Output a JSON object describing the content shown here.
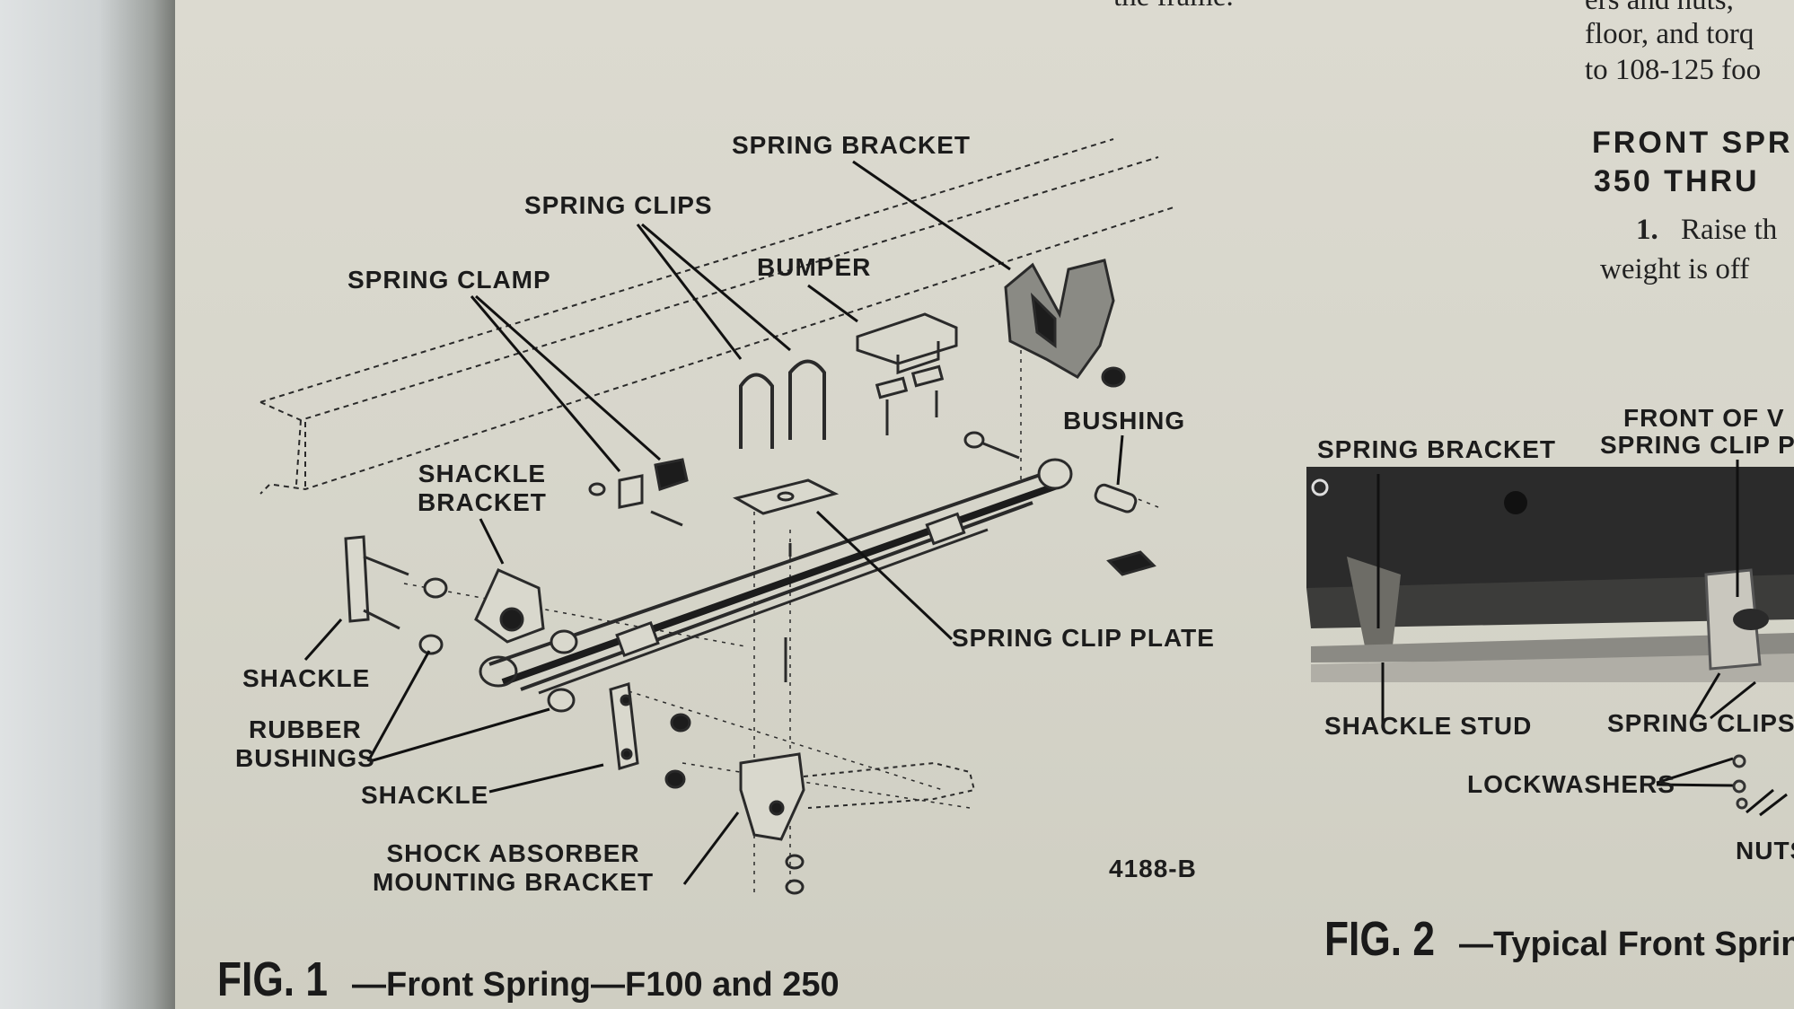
{
  "top_text": {
    "frame_fragment": "the frame.",
    "right_col_line1": "ers and nuts,",
    "right_col_line2": "floor, and torq",
    "right_col_line3": "to 108-125 foo"
  },
  "section_heading": {
    "line1": "FRONT SPR",
    "line2": "350 THRU"
  },
  "step1": {
    "number": "1.",
    "line1": "Raise th",
    "line2": "weight is off"
  },
  "fig1": {
    "labels": {
      "spring_bracket": "SPRING BRACKET",
      "spring_clips": "SPRING CLIPS",
      "bumper": "BUMPER",
      "spring_clamp": "SPRING CLAMP",
      "bushing": "BUSHING",
      "shackle_bracket": "SHACKLE\nBRACKET",
      "spring_clip_plate": "SPRING CLIP PLATE",
      "shackle_left": "SHACKLE",
      "rubber_bushings": "RUBBER\nBUSHINGS",
      "shackle_bottom": "SHACKLE",
      "shock_absorber": "SHOCK ABSORBER\nMOUNTING BRACKET",
      "part_number": "4188-B"
    },
    "caption_fig": "FIG. 1",
    "caption_text": "—Front Spring—F100 and 250"
  },
  "fig2": {
    "labels": {
      "spring_bracket": "SPRING BRACKET",
      "front_of": "FRONT OF V",
      "spring_clip_plate": "SPRING CLIP PLA",
      "shackle_stud": "SHACKLE STUD",
      "spring_clips": "SPRING CLIPS",
      "lockwashers": "LOCKWASHERS",
      "nuts": "NUTS"
    },
    "caption_fig": "FIG. 2",
    "caption_text": "—Typical Front Sprin"
  }
}
